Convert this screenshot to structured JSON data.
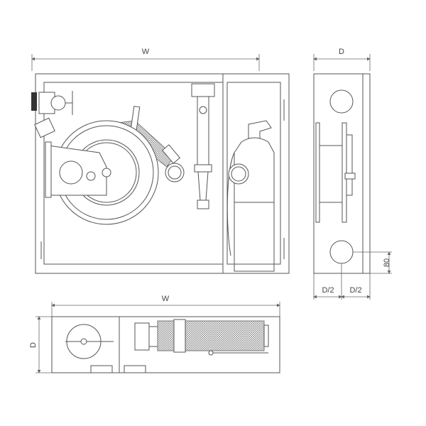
{
  "front_view": {
    "width_label": "W"
  },
  "side_view": {
    "depth_label": "D",
    "offset_label": "80",
    "half_depth_left": "D/2",
    "half_depth_right": "D/2"
  },
  "top_view": {
    "width_label": "W",
    "depth_label": "D"
  },
  "colors": {
    "line": "#555555",
    "background": "#ffffff"
  }
}
